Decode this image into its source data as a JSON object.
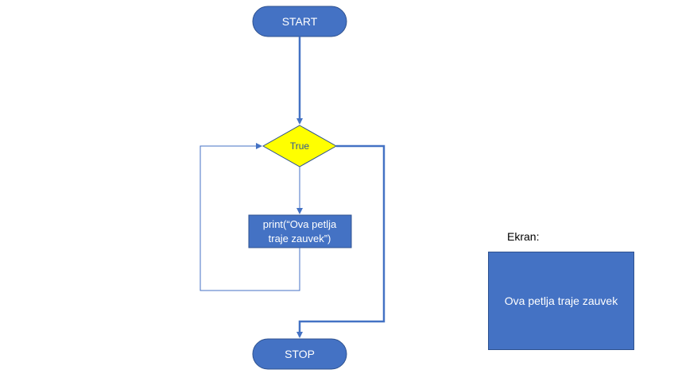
{
  "flowchart": {
    "start_label": "START",
    "decision_label": "True",
    "process_label_line1": "print(“Ova petlja",
    "process_label_line2": "traje zauvek”)",
    "stop_label": "STOP"
  },
  "screen": {
    "label": "Ekran:",
    "output": "Ova petlja traje zauvek"
  },
  "colors": {
    "node_fill": "#4472c4",
    "node_border": "#2f528f",
    "decision_fill": "#ffff00",
    "decision_text": "#2f5597",
    "arrow": "#4472c4",
    "text_on_blue": "#ffffff"
  }
}
